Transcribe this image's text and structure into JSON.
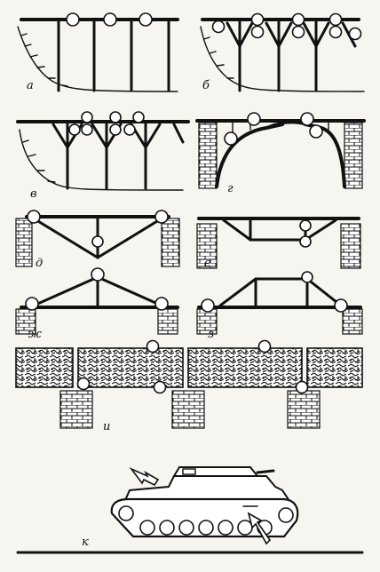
{
  "figure": {
    "panel_labels": {
      "a": "а",
      "b": "б",
      "v": "в",
      "g": "г",
      "d": "д",
      "e": "е",
      "zh": "ж",
      "z": "з",
      "i": "и",
      "k": "к"
    }
  }
}
